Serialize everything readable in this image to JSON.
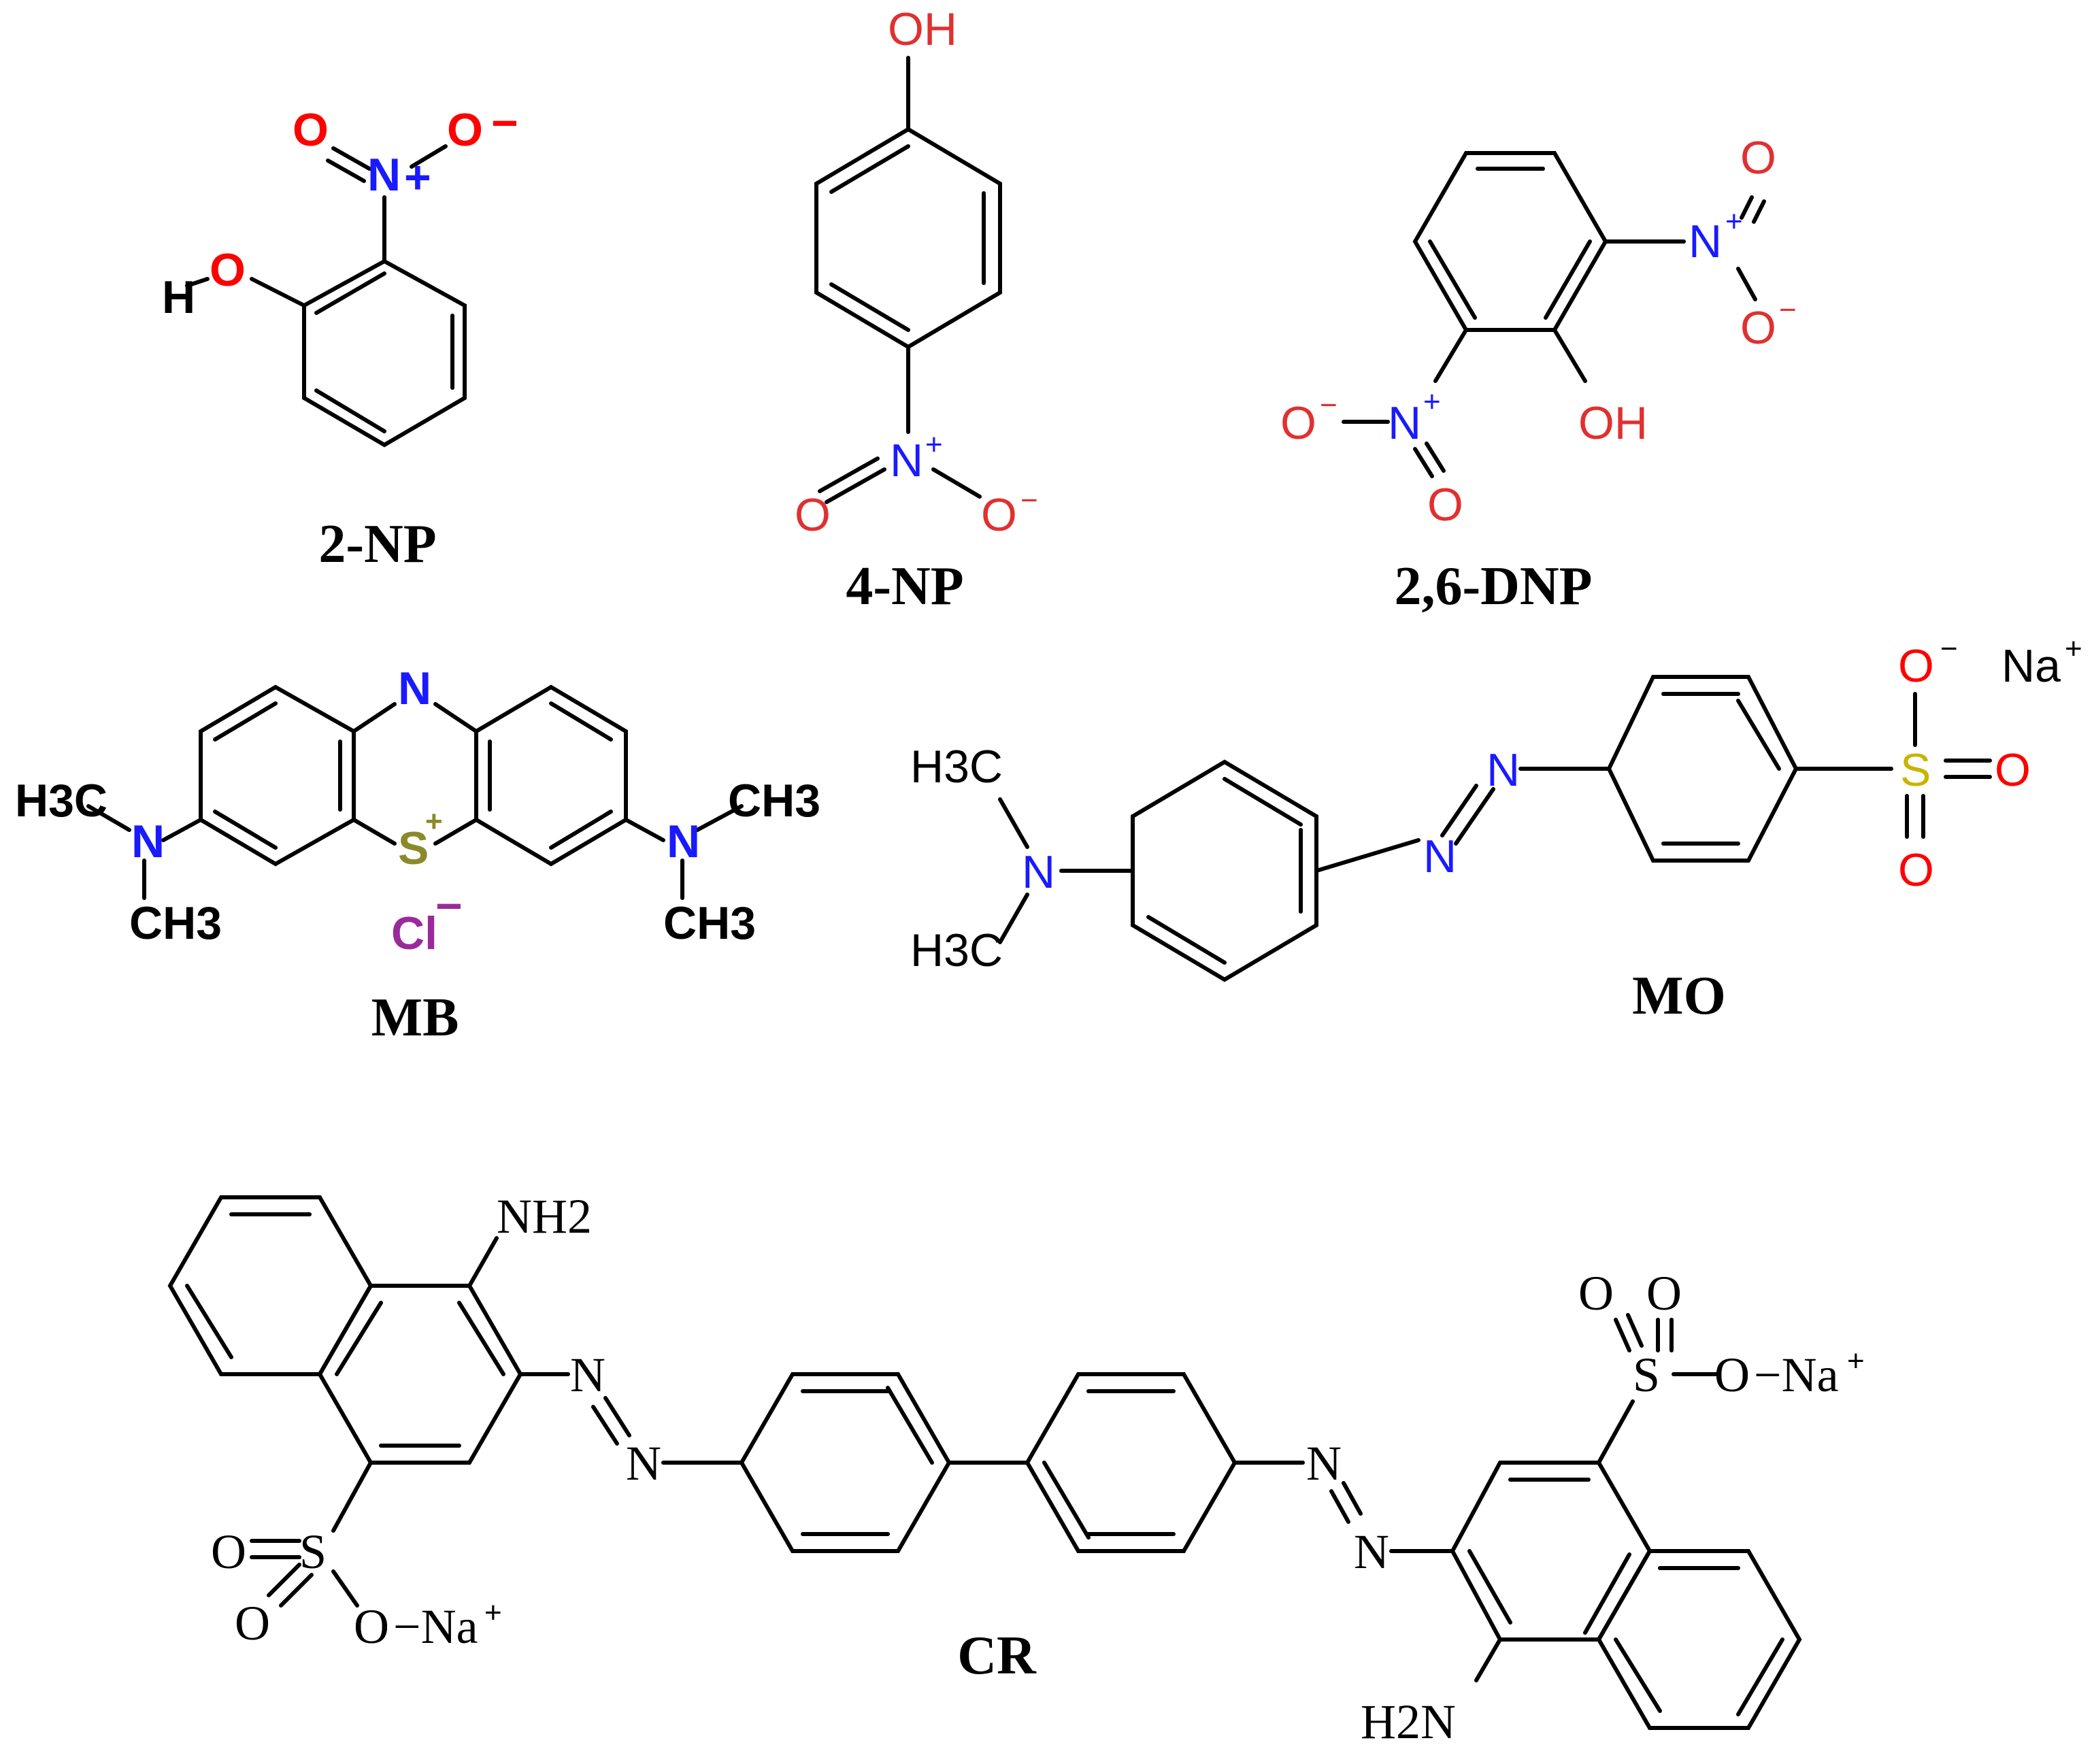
{
  "colors": {
    "bond": "#000000",
    "oxygen": "#ff0000",
    "nitrogen": "#1a1aff",
    "sulfur_mb": "#8a8a2a",
    "sulfur_mo": "#c8b400",
    "chlorine": "#9a2a9a",
    "carbon": "#000000"
  },
  "molecules": [
    {
      "id": "2np",
      "caption": "2-NP",
      "labels": [
        "O",
        "N",
        "+",
        "O",
        "−",
        "H",
        "O"
      ]
    },
    {
      "id": "4np",
      "caption": "4-NP",
      "labels": [
        "OH",
        "N",
        "+",
        "O",
        "O",
        "−"
      ]
    },
    {
      "id": "dnp",
      "caption": "2,6-DNP",
      "labels": [
        "O",
        "N",
        "+",
        "O",
        "−",
        "O",
        "−",
        "N",
        "+",
        "O",
        "OH"
      ]
    },
    {
      "id": "mb",
      "caption": "MB",
      "labels": [
        "N",
        "S",
        "+",
        "N",
        "N",
        "H3C",
        "CH3",
        "CH3",
        "CH3",
        "Cl",
        "−"
      ]
    },
    {
      "id": "mo",
      "caption": "MO",
      "labels": [
        "H3C",
        "H3C",
        "N",
        "N",
        "N",
        "S",
        "O",
        "−",
        "O",
        "O",
        "Na",
        "+"
      ]
    },
    {
      "id": "cr",
      "caption": "CR",
      "labels": [
        "NH2",
        "N",
        "N",
        "N",
        "N",
        "S",
        "O",
        "O",
        "O",
        "O",
        "O",
        "O",
        "S",
        "O",
        "−Na",
        "+",
        "O",
        "−Na",
        "+",
        "H2N"
      ]
    }
  ]
}
